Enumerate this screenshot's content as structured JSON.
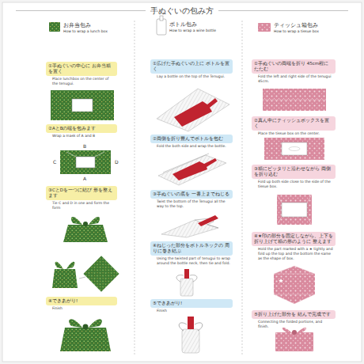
{
  "diagram": {
    "title": "手ぬぐいの包み方",
    "nodes": [
      {
        "text": [
          "①手ぬぐいの中心に お弁当箱を置く",
          "Place lunchbox on the center of the tenugui."
        ]
      },
      {
        "text": [
          "②AとBの端を包みます",
          "Wrap a mask of A and B"
        ]
      },
      {
        "text": [
          "③CとDを一つに結び 形を整えます",
          "Tie C and D in one and form the form"
        ]
      },
      {
        "text": [
          "④できあがり!",
          "Finish"
        ]
      },
      {
        "text": [
          "①広げた手ぬぐいの上に ボトルを置く",
          "Lay a bottle on the top of the Tenugui."
        ]
      },
      {
        "text": [
          "②両側を折り畳んでボトルを包む",
          "Fold the both side and wrap the bottle."
        ]
      },
      {
        "text": [
          "③手ぬぐいの底を 一番上までねじる",
          "Twist the bottom of the Tenugui all the way to the top."
        ]
      },
      {
        "text": [
          "④ねじった部分をボトルネックの 周りに巻き結ぶ",
          "Using the twisted part of tenugui to wrap around the bottle neck, then tie and fold."
        ]
      },
      {
        "text": [
          "⑤できあがり!",
          "Finish"
        ]
      },
      {
        "text": [
          "①手ぬぐいの両端を折り 45cm程にたたむ",
          "Fold the left and right side of the tenugui 45cm."
        ]
      },
      {
        "text": [
          "②真ん中にティッシュボックスを置く",
          "Place the tissue box on the center."
        ]
      },
      {
        "text": [
          "③箱にピッタリと沿わせながら 両側を折り込む",
          "Fold up both side close to the side of the tissue box."
        ]
      },
      {
        "text": [
          "④★印の部分を固定しながら、上下を 折り上げて箱の形のように 整えます",
          "Hold the part marked with a ★ tightly and fold up the top and the bottom the same as the shape of box."
        ]
      },
      {
        "text": [
          "⑤折り上げた部分を 結んで完成です",
          "Connecting the folded portions, and finish."
        ]
      }
    ],
    "labels": [
      "お弁当包み",
      "How to wrap a lunch box",
      "ボトル包み",
      "How to wrap a wine bottle",
      "ティッシュ箱包み",
      "How to wrap a tissue box",
      "B",
      "C",
      "D",
      "A"
    ]
  }
}
